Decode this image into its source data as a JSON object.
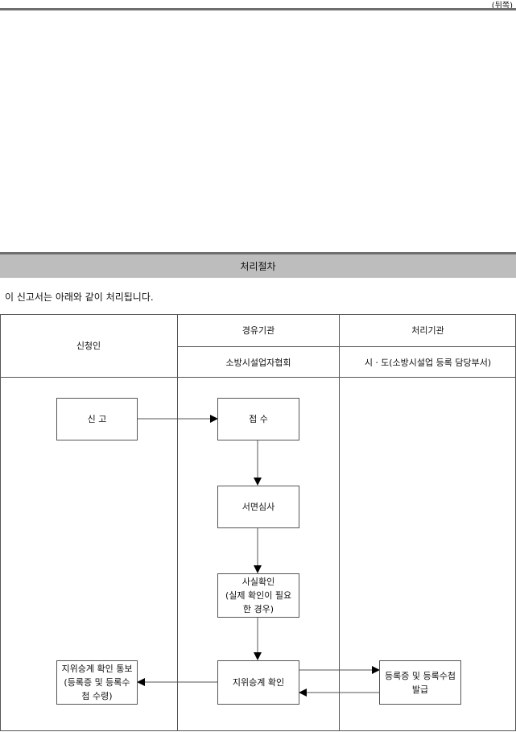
{
  "page_label": "(뒤쪽)",
  "section_title": "처리절차",
  "intro_text": "이 신고서는 아래와 같이 처리됩니다.",
  "table": {
    "col_applicant": "신청인",
    "col_via": "경유기관",
    "col_processing": "처리기관",
    "via_org": "소방시설업자협회",
    "processing_org": "시ㆍ도(소방시설업 등록 담당부서)"
  },
  "steps": {
    "report": "신 고",
    "receipt": "접 수",
    "document_review": "서면심사",
    "fact_check": "사실확인\n(실제 확인이 필요\n한 경우)",
    "succession_confirm": "지위승계 확인",
    "notify": "지위승계 확인 통보\n(등록증 및 등록수\n첩 수령)",
    "issue": "등록증 및 등록수첩\n발급"
  }
}
